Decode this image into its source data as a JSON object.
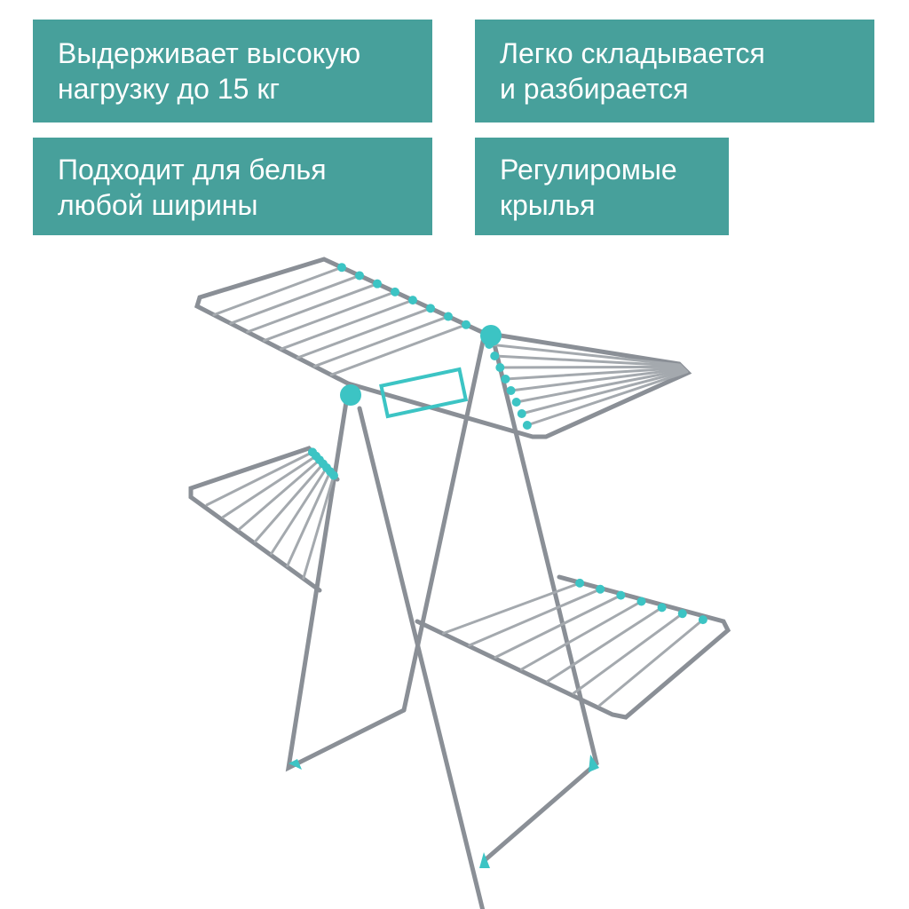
{
  "features": [
    {
      "line1": "Выдерживает высокую",
      "line2": "нагрузку до 15 кг"
    },
    {
      "line1": "Легко складывается",
      "line2": "и разбирается"
    },
    {
      "line1": "Подходит для белья",
      "line2": "любой ширины"
    },
    {
      "line1": "Регулиромые",
      "line2": "крылья"
    }
  ],
  "colors": {
    "accent": "#47a09b",
    "plastic": "#3cc4c4",
    "metal": "#8a8f96"
  }
}
